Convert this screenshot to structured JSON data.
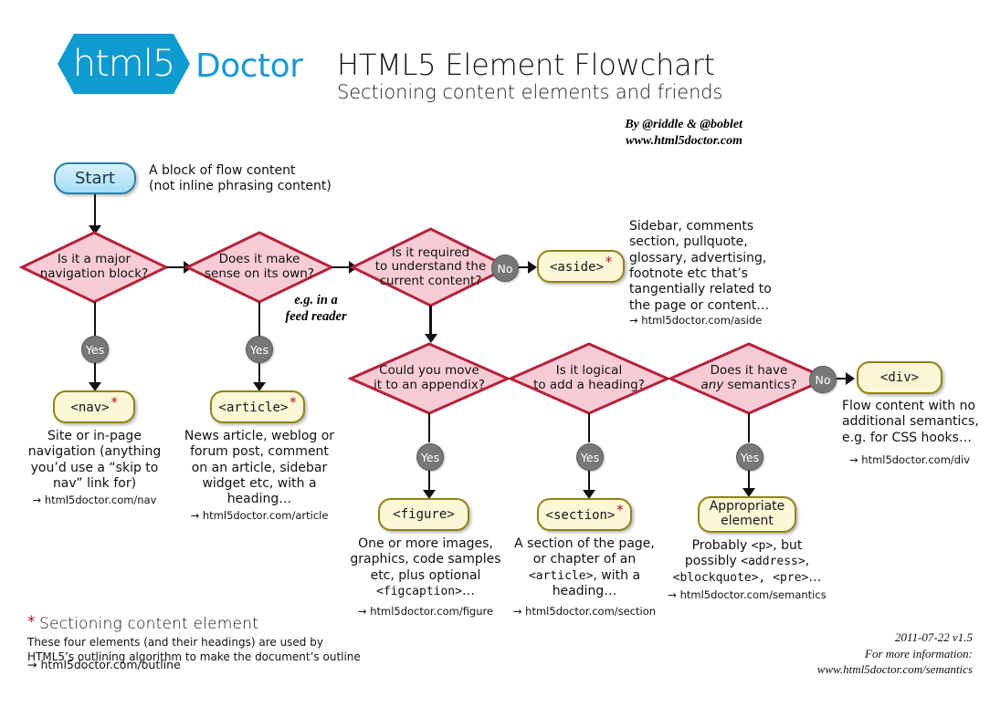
{
  "header": {
    "logo_mark": "html5",
    "logo_word": "Doctor",
    "title": "HTML5 Element Flowchart",
    "subtitle": "Sectioning content elements and friends",
    "byline_author": "By @riddle & @boblet",
    "byline_site": "www.html5doctor.com",
    "brand_color": "#1a9ad4"
  },
  "colors": {
    "diamond_fill": "#f8ccd4",
    "diamond_stroke": "#b4233c",
    "element_fill": "#fbf6d5",
    "element_stroke": "#8f8419",
    "start_fill": "#a5ddf4",
    "start_stroke": "#2a7fa8",
    "pip_fill": "#787878",
    "star_color": "#b5132b"
  },
  "start": {
    "label": "Start",
    "note": "A block of flow content\n(not inline phrasing content)",
    "note_line1": "A block of flow content",
    "note_line2": "(not inline phrasing content)"
  },
  "decisions": [
    {
      "id": "major-nav",
      "line1": "Is it a major",
      "line2": "navigation block?",
      "line3": ""
    },
    {
      "id": "sense-own",
      "line1": "Does it make",
      "line2": "sense on its own?",
      "line3": ""
    },
    {
      "id": "required-understand",
      "line1": "Is it required",
      "line2": "to understand the",
      "line3": "current content?"
    },
    {
      "id": "move-appendix",
      "line1": "Could you move",
      "line2": "it to an appendix?",
      "line3": ""
    },
    {
      "id": "logical-heading",
      "line1": "Is it logical",
      "line2": "to add a heading?",
      "line3": ""
    },
    {
      "id": "any-semantics",
      "line1": "Does it have",
      "line2": "any semantics?",
      "line3": "",
      "line2_italic_prefix": "any",
      "line2_rest": " semantics?"
    }
  ],
  "pips": {
    "yes": "Yes",
    "no": "No"
  },
  "notes": {
    "feed_reader_line1": "e.g. in a",
    "feed_reader_line2": "feed reader"
  },
  "elements": [
    {
      "id": "nav",
      "label": "<nav>",
      "sectioning": true,
      "desc": "Site or in-page\nnavigation (anything\nyou’d use a “skip to\nnav” link for)",
      "link": "→ html5doctor.com/nav"
    },
    {
      "id": "article",
      "label": "<article>",
      "sectioning": true,
      "desc": "News article, weblog or\nforum post, comment\non an article, sidebar\nwidget etc, with a\nheading…",
      "link": "→ html5doctor.com/article"
    },
    {
      "id": "aside",
      "label": "<aside>",
      "sectioning": true,
      "desc": "Sidebar, comments\nsection, pullquote,\nglossary, advertising,\nfootnote etc that’s\ntangentially related to\nthe page or content…",
      "link": "→ html5doctor.com/aside"
    },
    {
      "id": "figure",
      "label": "<figure>",
      "sectioning": false,
      "desc_line1": "One or more images,",
      "desc_line2": "graphics, code samples",
      "desc_line3": "etc, plus optional",
      "desc_line4_mono": "<figcaption>",
      "desc_line4_tail": "…",
      "link": "→ html5doctor.com/figure"
    },
    {
      "id": "section",
      "label": "<section>",
      "sectioning": true,
      "desc_line1": "A section of the page,",
      "desc_line2": "or chapter of an",
      "desc_line3_mono": "<article>",
      "desc_line3_tail": ", with a",
      "desc_line4": "heading…",
      "link": "→ html5doctor.com/section"
    },
    {
      "id": "div",
      "label": "<div>",
      "sectioning": false,
      "desc": "Flow content with no\nadditional semantics,\ne.g. for CSS hooks…",
      "link": "→ html5doctor.com/div"
    },
    {
      "id": "appropriate-element",
      "label_line1": "Appropriate",
      "label_line2": "element",
      "sectioning": false,
      "desc_line1_a": "Probably ",
      "desc_line1_mono": "<p>",
      "desc_line1_b": ", but",
      "desc_line2_a": "possibly ",
      "desc_line2_mono": "<address>",
      "desc_line2_b": ",",
      "desc_line3_mono": "<blockquote>, <pre>",
      "desc_line3_tail": "…",
      "link": "→ html5doctor.com/semantics"
    }
  ],
  "footer": {
    "star": "*",
    "legend_title": "Sectioning content element",
    "legend_line1": "These four elements (and their headings) are used by",
    "legend_line2": "HTML5’s outlining algorithm to make the document’s outline",
    "legend_link": "→ html5doctor.com/outline",
    "version": "2011-07-22 v1.5",
    "more_info": "For more information:",
    "more_url": "www.html5doctor.com/semantics"
  }
}
